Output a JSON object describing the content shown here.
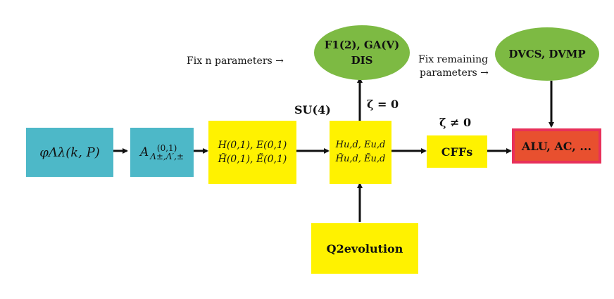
{
  "nodes": {
    "phi": {
      "text": "φΛλ(k, P)"
    },
    "amp": {
      "main": "A",
      "sup": "(0,1)",
      "sub": "Λ±,Λ′,±"
    },
    "gpd01": {
      "line1": "H(0,1), E(0,1)",
      "line2": "H̃(0,1), Ẽ(0,1)"
    },
    "gpdud": {
      "line1": "Hu,d, Eu,d",
      "line2": "H̃u,d, Ẽu,d"
    },
    "cffs": {
      "text": "CFFs"
    },
    "obs": {
      "text": "ALU, AC, ..."
    },
    "q2": {
      "text": "Q2evolution"
    },
    "fg": {
      "line1": "F1(2), GA(V)",
      "line2": "DIS"
    },
    "dvcs": {
      "text": "DVCS, DVMP"
    }
  },
  "labels": {
    "fixn": "Fix n parameters →",
    "fixremaining_1": "Fix remaining",
    "fixremaining_2": "parameters →",
    "su4": "SU(4)",
    "zeta0": "ζ = 0",
    "zetane0": "ζ ≠ 0"
  },
  "colors": {
    "teal": "#4db8c8",
    "yellow": "#fff200",
    "green": "#7dba43",
    "red": "#e8502f",
    "redborder": "#e8305a"
  }
}
